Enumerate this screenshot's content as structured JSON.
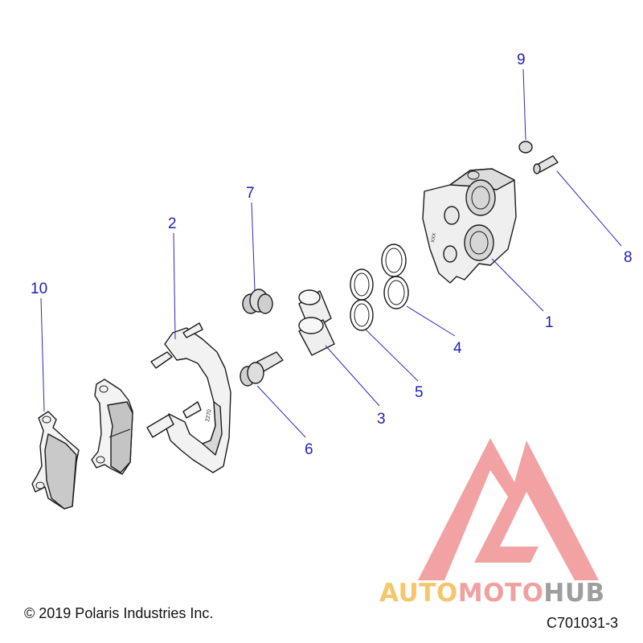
{
  "diagram": {
    "callouts": [
      "1",
      "2",
      "3",
      "4",
      "5",
      "6",
      "7",
      "8",
      "9",
      "10"
    ],
    "pad_marking": "2270",
    "caliper_marking": "XXX"
  },
  "footer": {
    "copyright": "© 2019 Polaris Industries Inc.",
    "code": "C701031-3"
  },
  "watermark": {
    "brand_auto": "AUTO",
    "brand_moto": "MOTO",
    "brand_hub": "HUB",
    "color_triangle": "#e85555",
    "color_auto": "#f2b33a",
    "color_moto": "#ee7f7f",
    "color_hub": "#7d7d7d"
  }
}
